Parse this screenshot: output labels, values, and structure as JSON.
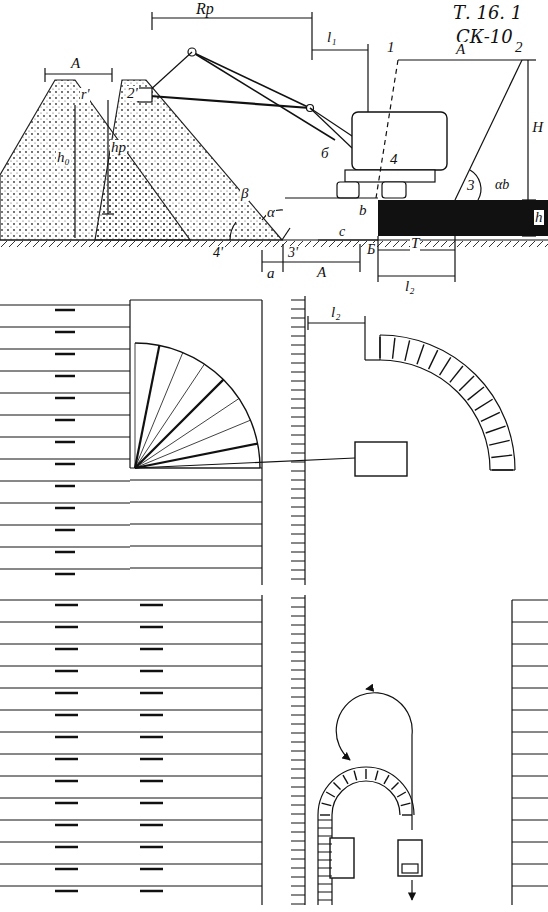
{
  "diagram": {
    "labels": [
      "Т. 16. 1",
      "СК-10",
      "Rр",
      "l₁",
      "A",
      "r'",
      "2'",
      "h₀",
      "hр",
      "β",
      "α",
      "3'",
      "4'",
      "a",
      "A",
      "б",
      "b",
      "c",
      "Б",
      "T",
      "l₂",
      "1",
      "A",
      "2",
      "H",
      "3",
      "αb",
      "h",
      "4",
      "l₂"
    ]
  }
}
